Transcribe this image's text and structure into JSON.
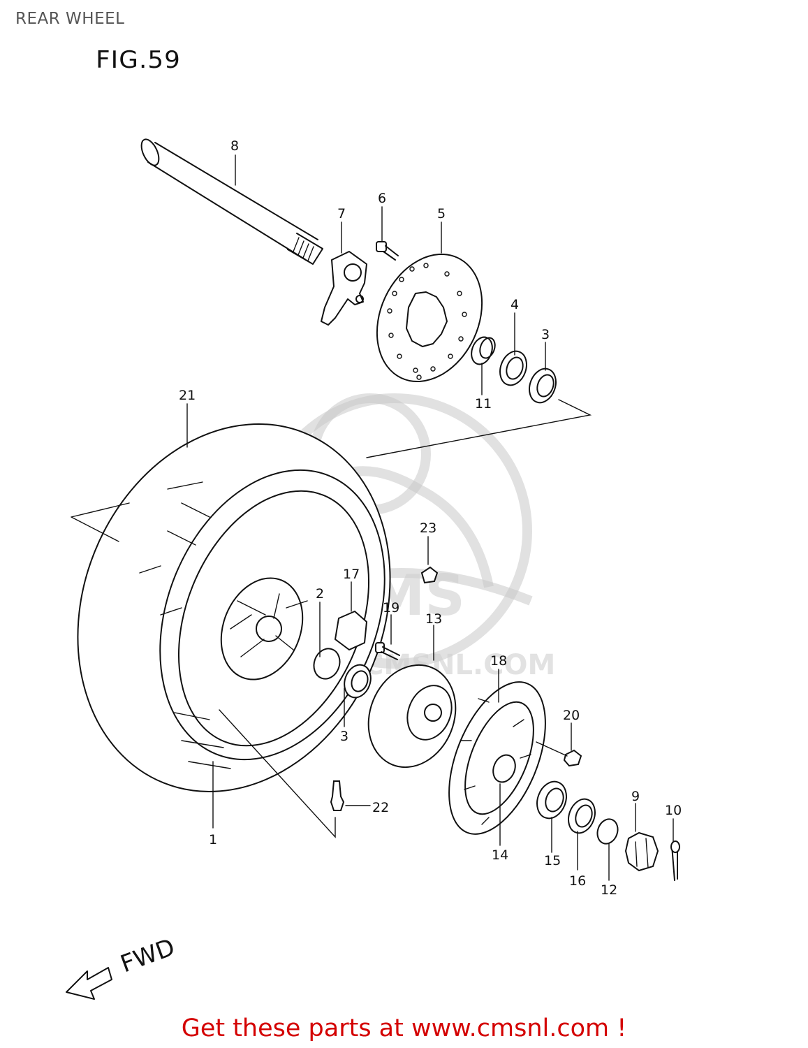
{
  "header": {
    "title": "REAR WHEEL"
  },
  "figure": {
    "label": "FIG.59"
  },
  "direction_label": "FWD",
  "footer": {
    "link_text": "Get these parts at www.cmsnl.com !"
  },
  "colors": {
    "footer_link": "#d40000",
    "line_art": "#111111",
    "watermark": "#c9c9c9"
  },
  "callouts": [
    {
      "number": "8"
    },
    {
      "number": "6"
    },
    {
      "number": "7"
    },
    {
      "number": "5"
    },
    {
      "number": "4"
    },
    {
      "number": "3"
    },
    {
      "number": "11"
    },
    {
      "number": "21"
    },
    {
      "number": "23"
    },
    {
      "number": "17"
    },
    {
      "number": "2"
    },
    {
      "number": "19"
    },
    {
      "number": "13"
    },
    {
      "number": "18"
    },
    {
      "number": "20"
    },
    {
      "number": "3"
    },
    {
      "number": "22"
    },
    {
      "number": "1"
    },
    {
      "number": "14"
    },
    {
      "number": "9"
    },
    {
      "number": "10"
    },
    {
      "number": "15"
    },
    {
      "number": "16"
    },
    {
      "number": "12"
    }
  ]
}
